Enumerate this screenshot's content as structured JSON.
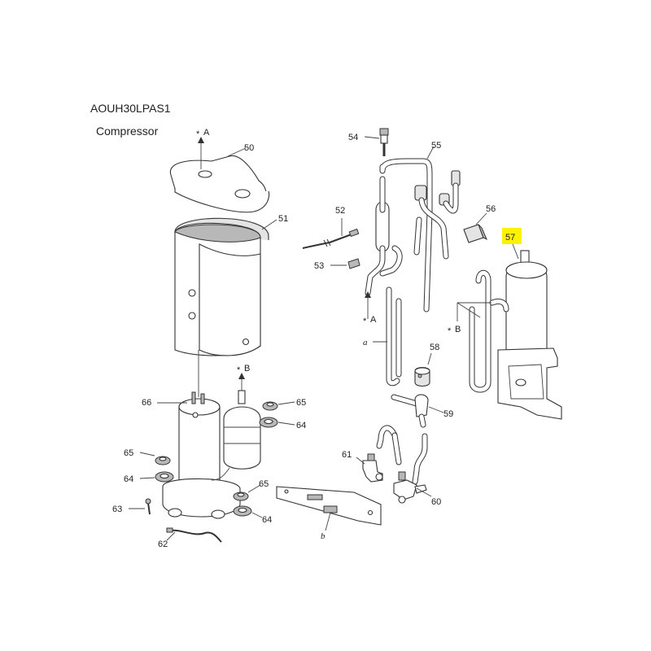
{
  "header": {
    "model": "AOUH30LPAS1",
    "section": "Compressor"
  },
  "callouts": {
    "p50": "50",
    "p51": "51",
    "p52": "52",
    "p53": "53",
    "p54": "54",
    "p55": "55",
    "p56": "56",
    "p57": "57",
    "p58": "58",
    "p59": "59",
    "p60": "60",
    "p61": "61",
    "p62": "62",
    "p63": "63",
    "p64": "64",
    "p65": "65",
    "p66": "66"
  },
  "refs": {
    "star": "*",
    "a_upper": "A",
    "b_upper": "B",
    "a_lower": "a",
    "b_lower": "b"
  },
  "highlight": {
    "part": "57",
    "color": "#fff200"
  }
}
